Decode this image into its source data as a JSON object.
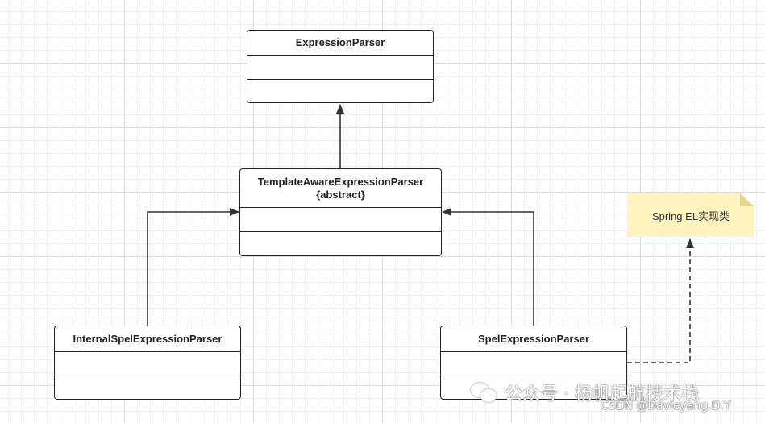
{
  "diagram": {
    "classes": [
      {
        "id": "expression-parser",
        "name": "ExpressionParser",
        "stereotype": ""
      },
      {
        "id": "template-aware-expression-parser",
        "name": "TemplateAwareExpressionParser",
        "stereotype": "{abstract}"
      },
      {
        "id": "internal-spel-expression-parser",
        "name": "InternalSpelExpressionParser",
        "stereotype": ""
      },
      {
        "id": "spel-expression-parser",
        "name": "SpelExpressionParser",
        "stereotype": ""
      }
    ],
    "note": {
      "text": "Spring EL实现类"
    },
    "relations": [
      {
        "from": "TemplateAwareExpressionParser",
        "to": "ExpressionParser",
        "kind": "association",
        "line": "solid"
      },
      {
        "from": "InternalSpelExpressionParser",
        "to": "TemplateAwareExpressionParser",
        "kind": "association",
        "line": "solid"
      },
      {
        "from": "SpelExpressionParser",
        "to": "TemplateAwareExpressionParser",
        "kind": "association",
        "line": "solid"
      },
      {
        "from": "SpelExpressionParser",
        "to": "Spring EL实现类",
        "kind": "dependency",
        "line": "dashed"
      }
    ],
    "colors": {
      "line": "#333333",
      "border": "#222222",
      "note": "#fff4c0"
    }
  },
  "watermark": {
    "icon": "wechat-icon",
    "text": "公众号 · 杨帆起航技术栈",
    "csdn": "CSDN @Davieyang.D.Y"
  }
}
